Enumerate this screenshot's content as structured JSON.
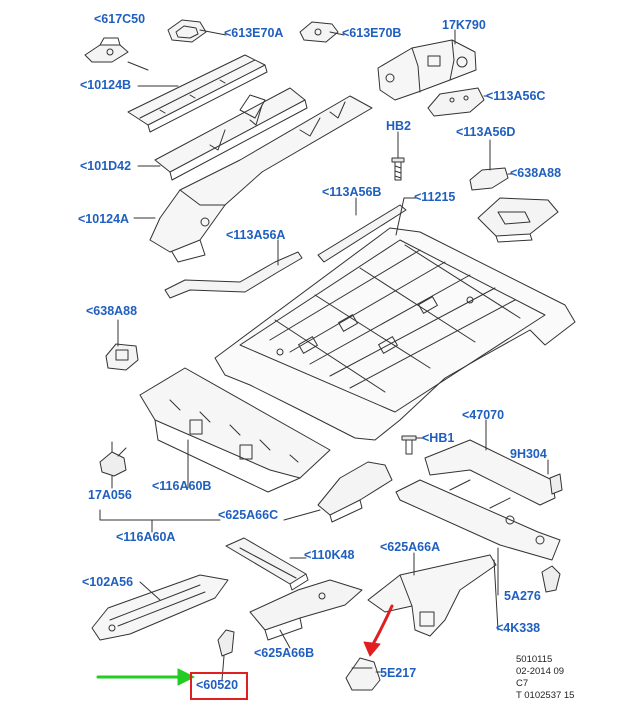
{
  "labels": {
    "l617C50": "<617C50",
    "l613E70A": "<613E70A",
    "l613E70B": "<613E70B",
    "l17K790": "17K790",
    "l10124B": "<10124B",
    "l113A56C": "<113A56C",
    "lHB2": "HB2",
    "l113A56D": "<113A56D",
    "l101D42": "<101D42",
    "l638A88_r": "<638A88",
    "l113A56B": "<113A56B",
    "l11215": "<11215",
    "l10124A": "<10124A",
    "l113A56A": "<113A56A",
    "l638A88_l": "<638A88",
    "l47070": "<47070",
    "lHB1": "<HB1",
    "l9H304": "9H304",
    "l17A056": "17A056",
    "l116A60B": "<116A60B",
    "l625A66C": "<625A66C",
    "l116A60A": "<116A60A",
    "l625A66A": "<625A66A",
    "l110K48": "<110K48",
    "l102A56": "<102A56",
    "l5A276": "5A276",
    "l4K338": "<4K338",
    "l625A66B": "<625A66B",
    "l5E217": "5E217",
    "l60520": "<60520"
  },
  "meta": {
    "line1": "5010115",
    "line2": "02-2014 09",
    "line3": "C7",
    "line4": "T 0102537 15"
  },
  "colors": {
    "label": "#1f5fbf",
    "line": "#333333",
    "highlight_box": "#e02020",
    "arrow_green": "#22cc22",
    "arrow_red": "#e02020"
  }
}
